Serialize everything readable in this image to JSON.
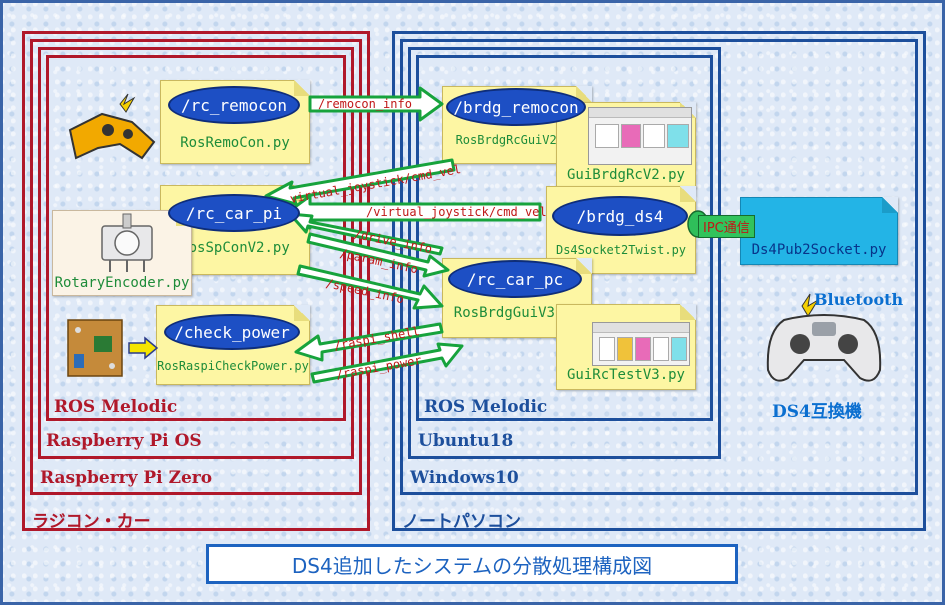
{
  "frames": {
    "rc_car": "ラジコン・カー",
    "raspberry_pi_zero": "Raspberry Pi Zero",
    "raspberry_pi_os": "Raspberry Pi OS",
    "ros_melodic_left": "ROS Melodic",
    "notebook_pc": "ノートパソコン",
    "windows10": "Windows10",
    "ubuntu18": "Ubuntu18",
    "ros_melodic_right": "ROS Melodic"
  },
  "nodes": {
    "rc_remocon": "/rc_remocon",
    "rc_car_pi": "/rc_car_pi",
    "check_power": "/check_power",
    "brdg_remocon": "/brdg_remocon",
    "brdg_ds4": "/brdg_ds4",
    "rc_car_pc": "/rc_car_pc"
  },
  "scripts": {
    "rosremocon": "RosRemoCon.py",
    "rosspcon": "RosSpConV2.py",
    "rotaryencoder": "RotaryEncoder.py",
    "rosraspicheckpower": "RosRaspiCheckPower.py",
    "rosbrdgrcgui": "RosBrdgRcGuiV2.py",
    "guibrdgrc": "GuiBrdgRcV2.py",
    "ds4socket2twist": "Ds4Socket2Twist.py",
    "rosbrdggui": "RosBrdgGuiV3.py",
    "guircteset": "GuiRcTestV3.py",
    "ds4pub2socket": "Ds4Pub2Socket.py"
  },
  "topics": {
    "remocon_info": "/remocon_info",
    "virtual_joystick_1": "virtual_joystick/cmd_vel",
    "virtual_joystick_2": "/virtual_joystick/cmd_vel",
    "drive_info": "/drive_info",
    "param_info": "/param_info",
    "speed_info": "/speed_info",
    "raspi_shell": "/raspi_shell",
    "raspi_power": "/raspi_power"
  },
  "ipc": "IPC通信",
  "bluetooth": "Bluetooth",
  "ds4_compatible": "DS4互換機",
  "diagram_title": "DS4追加したシステムの分散処理構成図",
  "colors": {
    "red_frame": "#b0182a",
    "blue_frame": "#1d4f9c",
    "node_fill": "#1d4fc4",
    "note_fill": "#fdf6a3",
    "arrow_green": "#17a33c",
    "topic_text": "#c01818"
  }
}
